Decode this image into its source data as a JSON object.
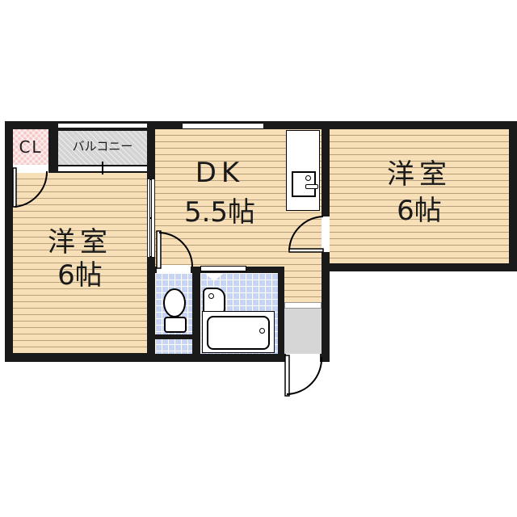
{
  "floorplan": {
    "rooms": [
      {
        "id": "western-left",
        "name": "洋室",
        "size": "6帖"
      },
      {
        "id": "dk",
        "name": "DK",
        "size": "5.5帖"
      },
      {
        "id": "western-right",
        "name": "洋室",
        "size": "6帖"
      },
      {
        "id": "closet",
        "name": "CL"
      },
      {
        "id": "balcony",
        "name": "バルコニー"
      }
    ],
    "colors": {
      "wall": "#1a1a1a",
      "floor": "#f7dfb8",
      "floor_line": "#b89f7e",
      "tile": "#c6d4f5",
      "closet": "#f5c8c8",
      "balcony": "#d4d4d4",
      "entrance": "#d6d6d6"
    }
  }
}
